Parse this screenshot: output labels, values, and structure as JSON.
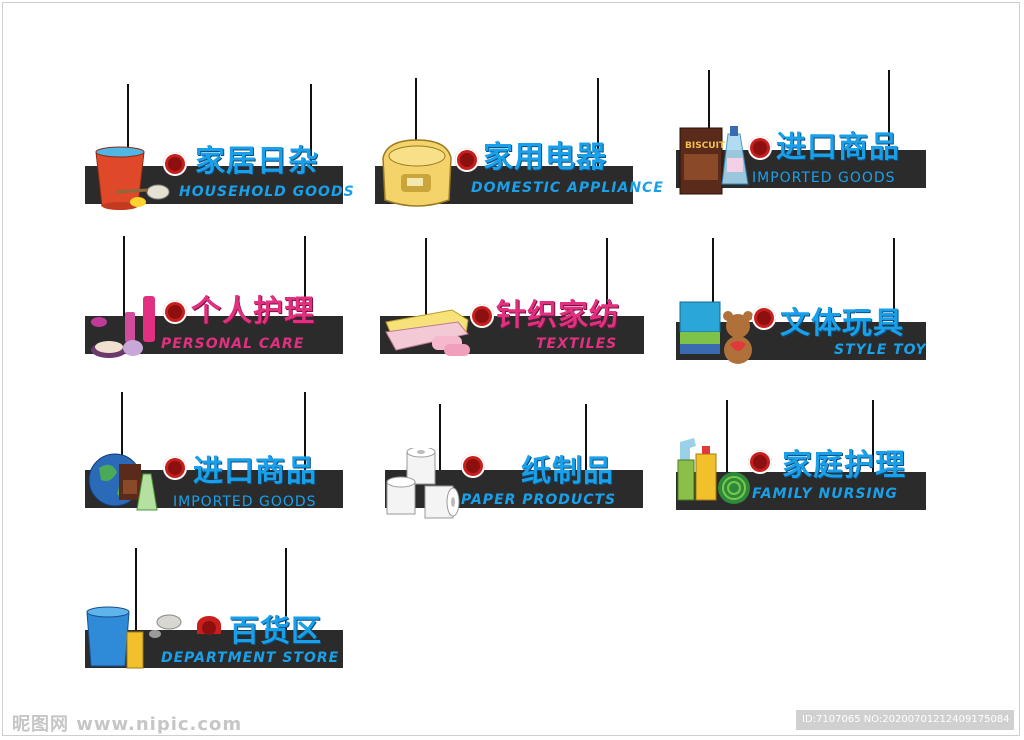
{
  "signs": [
    {
      "cn": "家居日杂",
      "en": "HOUSEHOLD GOODS",
      "accent": "#1aa0e8",
      "illustration": "bucket-icon"
    },
    {
      "cn": "家用电器",
      "en": "DOMESTIC APPLIANCE",
      "accent": "#1aa0e8",
      "illustration": "rice-cooker-icon"
    },
    {
      "cn": "进口商品",
      "en": "IMPORTED GOODS",
      "accent": "#1aa0e8",
      "illustration": "biscuit-tin-icon"
    },
    {
      "cn": "个人护理",
      "en": "PERSONAL CARE",
      "accent": "#e0307f",
      "illustration": "cosmetics-icon"
    },
    {
      "cn": "针织家纺",
      "en": "TEXTILES",
      "accent": "#e0307f",
      "illustration": "towel-icon"
    },
    {
      "cn": "文体玩具",
      "en": "STYLE TOY",
      "accent": "#1aa0e8",
      "illustration": "teddy-bear-icon"
    },
    {
      "cn": "进口商品",
      "en": "IMPORTED GOODS",
      "accent": "#1aa0e8",
      "illustration": "globe-icon"
    },
    {
      "cn": "纸制品",
      "en": "PAPER PRODUCTS",
      "accent": "#1aa0e8",
      "illustration": "toilet-paper-icon"
    },
    {
      "cn": "家庭护理",
      "en": "FAMILY NURSING",
      "accent": "#1aa0e8",
      "illustration": "cleaning-bottles-icon"
    },
    {
      "cn": "百货区",
      "en": "DEPARTMENT STORE",
      "accent": "#1aa0e8",
      "illustration": "blue-bucket-icon"
    }
  ],
  "illustration_text": {
    "biscuit_label": "BISCUIT"
  },
  "footer": {
    "watermark": "昵图网 www.nipic.com",
    "id_text": "ID:7107065 NO:20200701212409175084"
  }
}
